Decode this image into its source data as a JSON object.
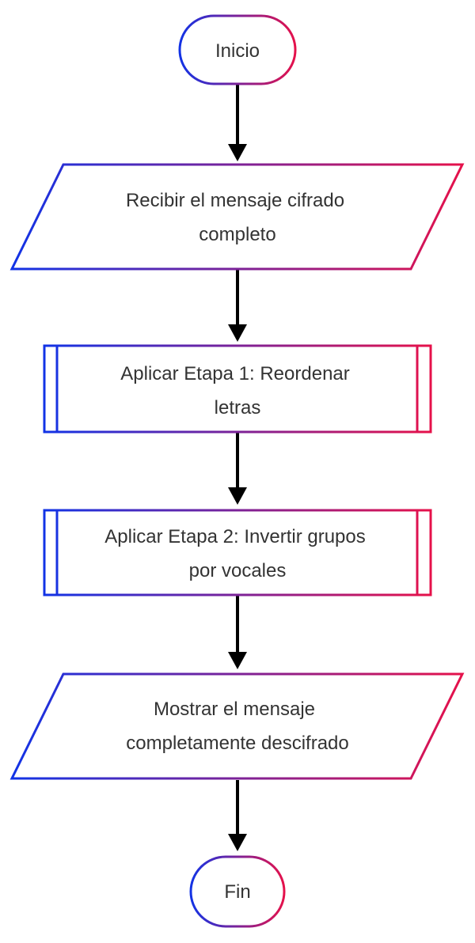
{
  "colors": {
    "gradient_start": "#1133e6",
    "gradient_end": "#e6114a",
    "text": "#333333",
    "arrow": "#000000",
    "background": "#ffffff"
  },
  "flowchart": {
    "nodes": [
      {
        "id": "start",
        "shape": "terminal",
        "lines": [
          "Inicio"
        ]
      },
      {
        "id": "input",
        "shape": "io",
        "lines": [
          "Recibir el mensaje cifrado",
          "completo"
        ]
      },
      {
        "id": "step1",
        "shape": "subprocess",
        "lines": [
          "Aplicar Etapa 1: Reordenar",
          "letras"
        ]
      },
      {
        "id": "step2",
        "shape": "subprocess",
        "lines": [
          "Aplicar Etapa 2: Invertir grupos",
          "por vocales"
        ]
      },
      {
        "id": "output",
        "shape": "io",
        "lines": [
          "Mostrar el mensaje",
          "completamente descifrado"
        ]
      },
      {
        "id": "end",
        "shape": "terminal",
        "lines": [
          "Fin"
        ]
      }
    ],
    "edges": [
      {
        "from": "start",
        "to": "input"
      },
      {
        "from": "input",
        "to": "step1"
      },
      {
        "from": "step1",
        "to": "step2"
      },
      {
        "from": "step2",
        "to": "output"
      },
      {
        "from": "output",
        "to": "end"
      }
    ]
  }
}
